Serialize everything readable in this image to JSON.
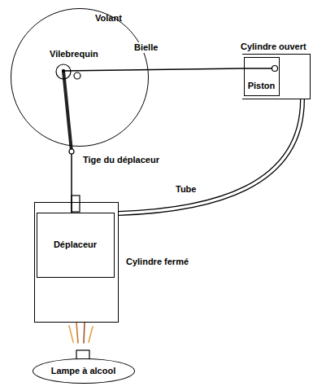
{
  "diagram": {
    "nodes": [
      {
        "text": [
          "Volant",
          "Vilebrequin"
        ]
      },
      {
        "text": [
          "Cylindre ouvert"
        ]
      },
      {
        "text": [
          "Piston"
        ],
        "in": 1
      },
      {
        "text": [
          "Cylindre fermé"
        ]
      },
      {
        "text": [
          "Déplaceur"
        ],
        "in": 3
      },
      {
        "text": [
          "Lampe à alcool"
        ]
      }
    ],
    "edges": [
      {
        "from": 0,
        "to": 2,
        "arrow": "none",
        "label": "Bielle"
      },
      {
        "from": 0,
        "to": 4,
        "arrow": "none",
        "label": "Tige du déplaceur"
      },
      {
        "from": 1,
        "to": 3,
        "arrow": "none",
        "label": "Tube"
      }
    ]
  }
}
